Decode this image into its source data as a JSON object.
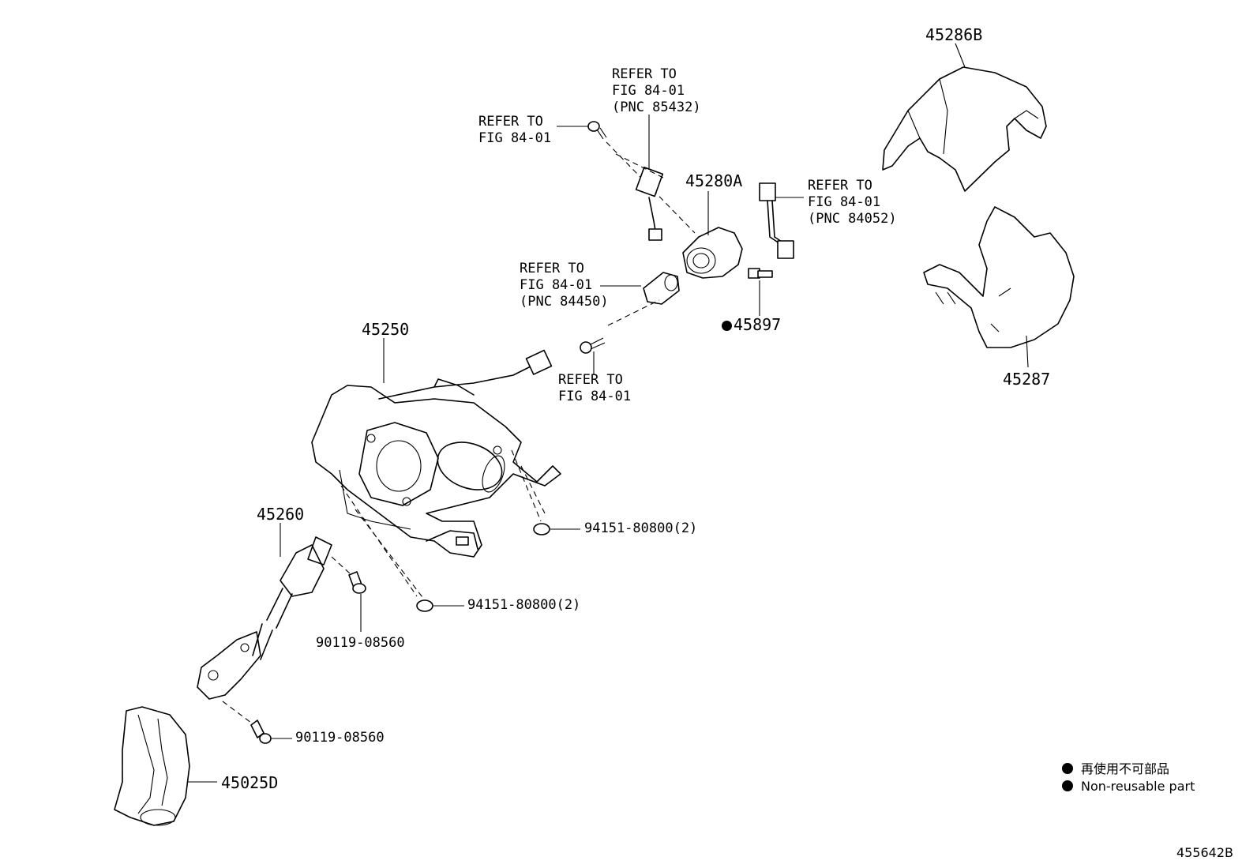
{
  "diagram_id": "455642B",
  "labels": {
    "p45286B": "45286B",
    "p45280A": "45280A",
    "p45897": "45897",
    "p45250": "45250",
    "p45287": "45287",
    "p45260": "45260",
    "p45025D": "45025D",
    "nut_upper": "94151-80800(2)",
    "nut_lower": "94151-80800(2)",
    "bolt_upper": "90119-08560",
    "bolt_lower": "90119-08560",
    "refer_85432": [
      "REFER TO",
      "FIG 84-01",
      "(PNC 85432)"
    ],
    "refer_screw_top": [
      "REFER TO",
      "FIG 84-01"
    ],
    "refer_84052": [
      "REFER TO",
      "FIG 84-01",
      "(PNC 84052)"
    ],
    "refer_84450": [
      "REFER TO",
      "FIG 84-01",
      "(PNC 84450)"
    ],
    "refer_screw_mid": [
      "REFER TO",
      "FIG 84-01"
    ]
  },
  "legend": {
    "line_jp": "再使用不可部品",
    "line_en": "Non-reusable part"
  }
}
